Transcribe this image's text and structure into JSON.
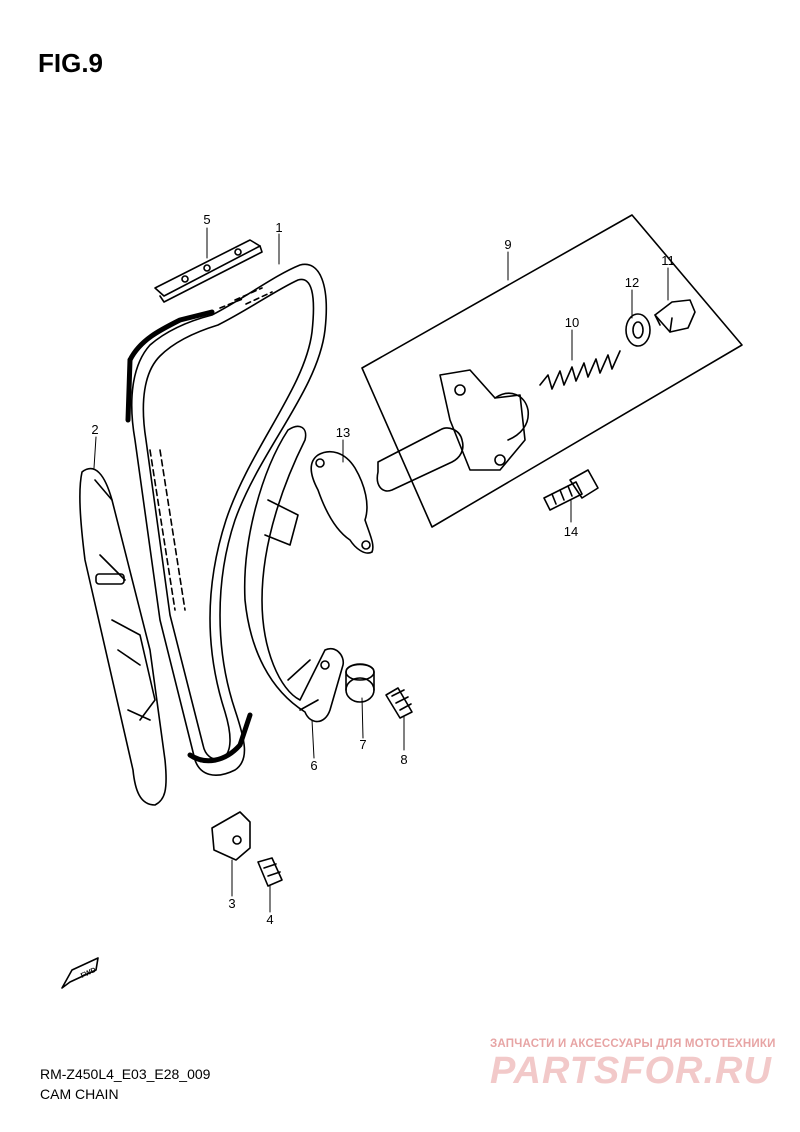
{
  "title": "FIG.9",
  "footer": {
    "code": "RM-Z450L4_E03_E28_009",
    "name": "CAM CHAIN"
  },
  "watermark": {
    "line1": "ЗАПЧАСТИ И АКСЕССУАРЫ ДЛЯ МОТОТЕХНИКИ",
    "line2": "PARTSFOR.RU"
  },
  "fwd_label": "FWD",
  "callouts": [
    "1",
    "2",
    "3",
    "4",
    "5",
    "6",
    "7",
    "8",
    "9",
    "10",
    "11",
    "12",
    "13",
    "14"
  ]
}
